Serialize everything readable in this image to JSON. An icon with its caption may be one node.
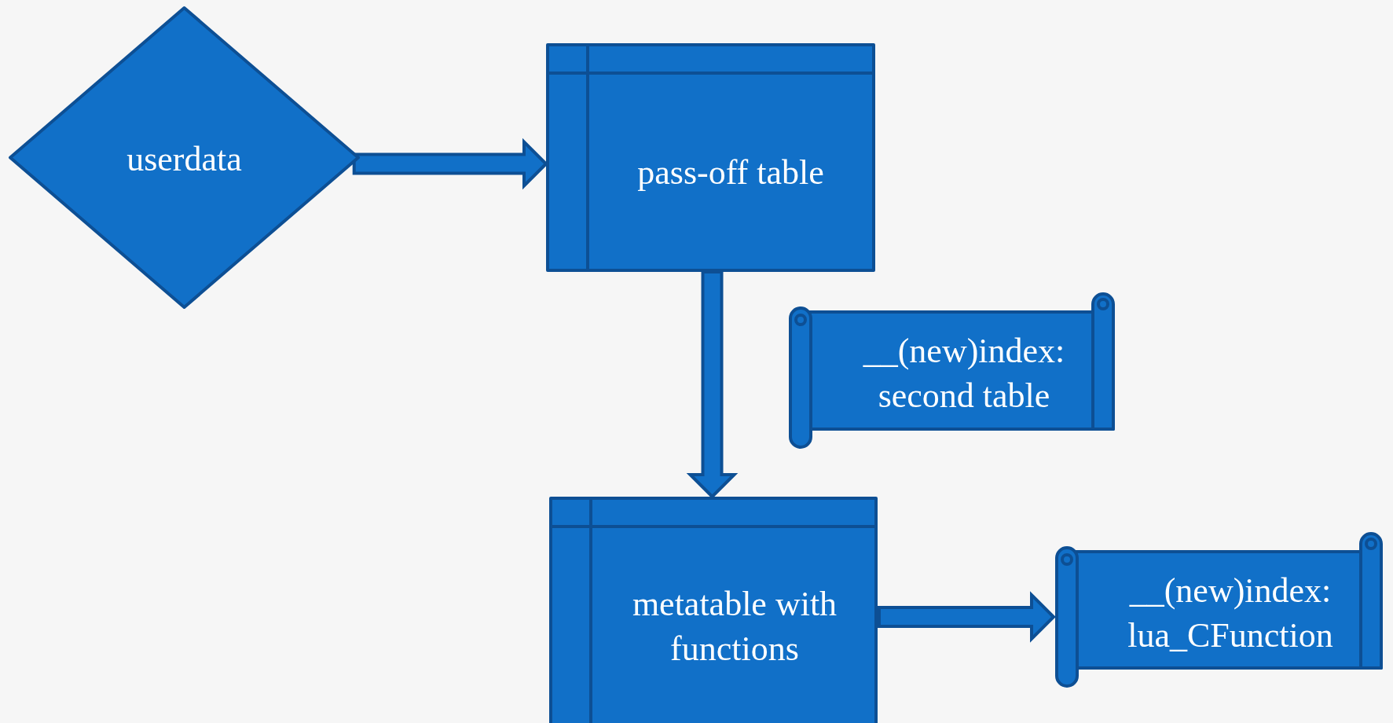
{
  "diagram": {
    "nodes": [
      {
        "text": [
          "userdata"
        ]
      },
      {
        "text": [
          "pass-off table"
        ]
      },
      {
        "text": [
          "__(new)index: second table"
        ]
      },
      {
        "text": [
          "metatable with functions"
        ]
      },
      {
        "text": [
          "__(new)index: lua_CFunction"
        ]
      }
    ],
    "edges": [
      {
        "from": 0,
        "to": 1,
        "arrow": "to"
      },
      {
        "from": 1,
        "to": 3,
        "arrow": "to"
      },
      {
        "from": 3,
        "to": 4,
        "arrow": "to"
      }
    ]
  }
}
